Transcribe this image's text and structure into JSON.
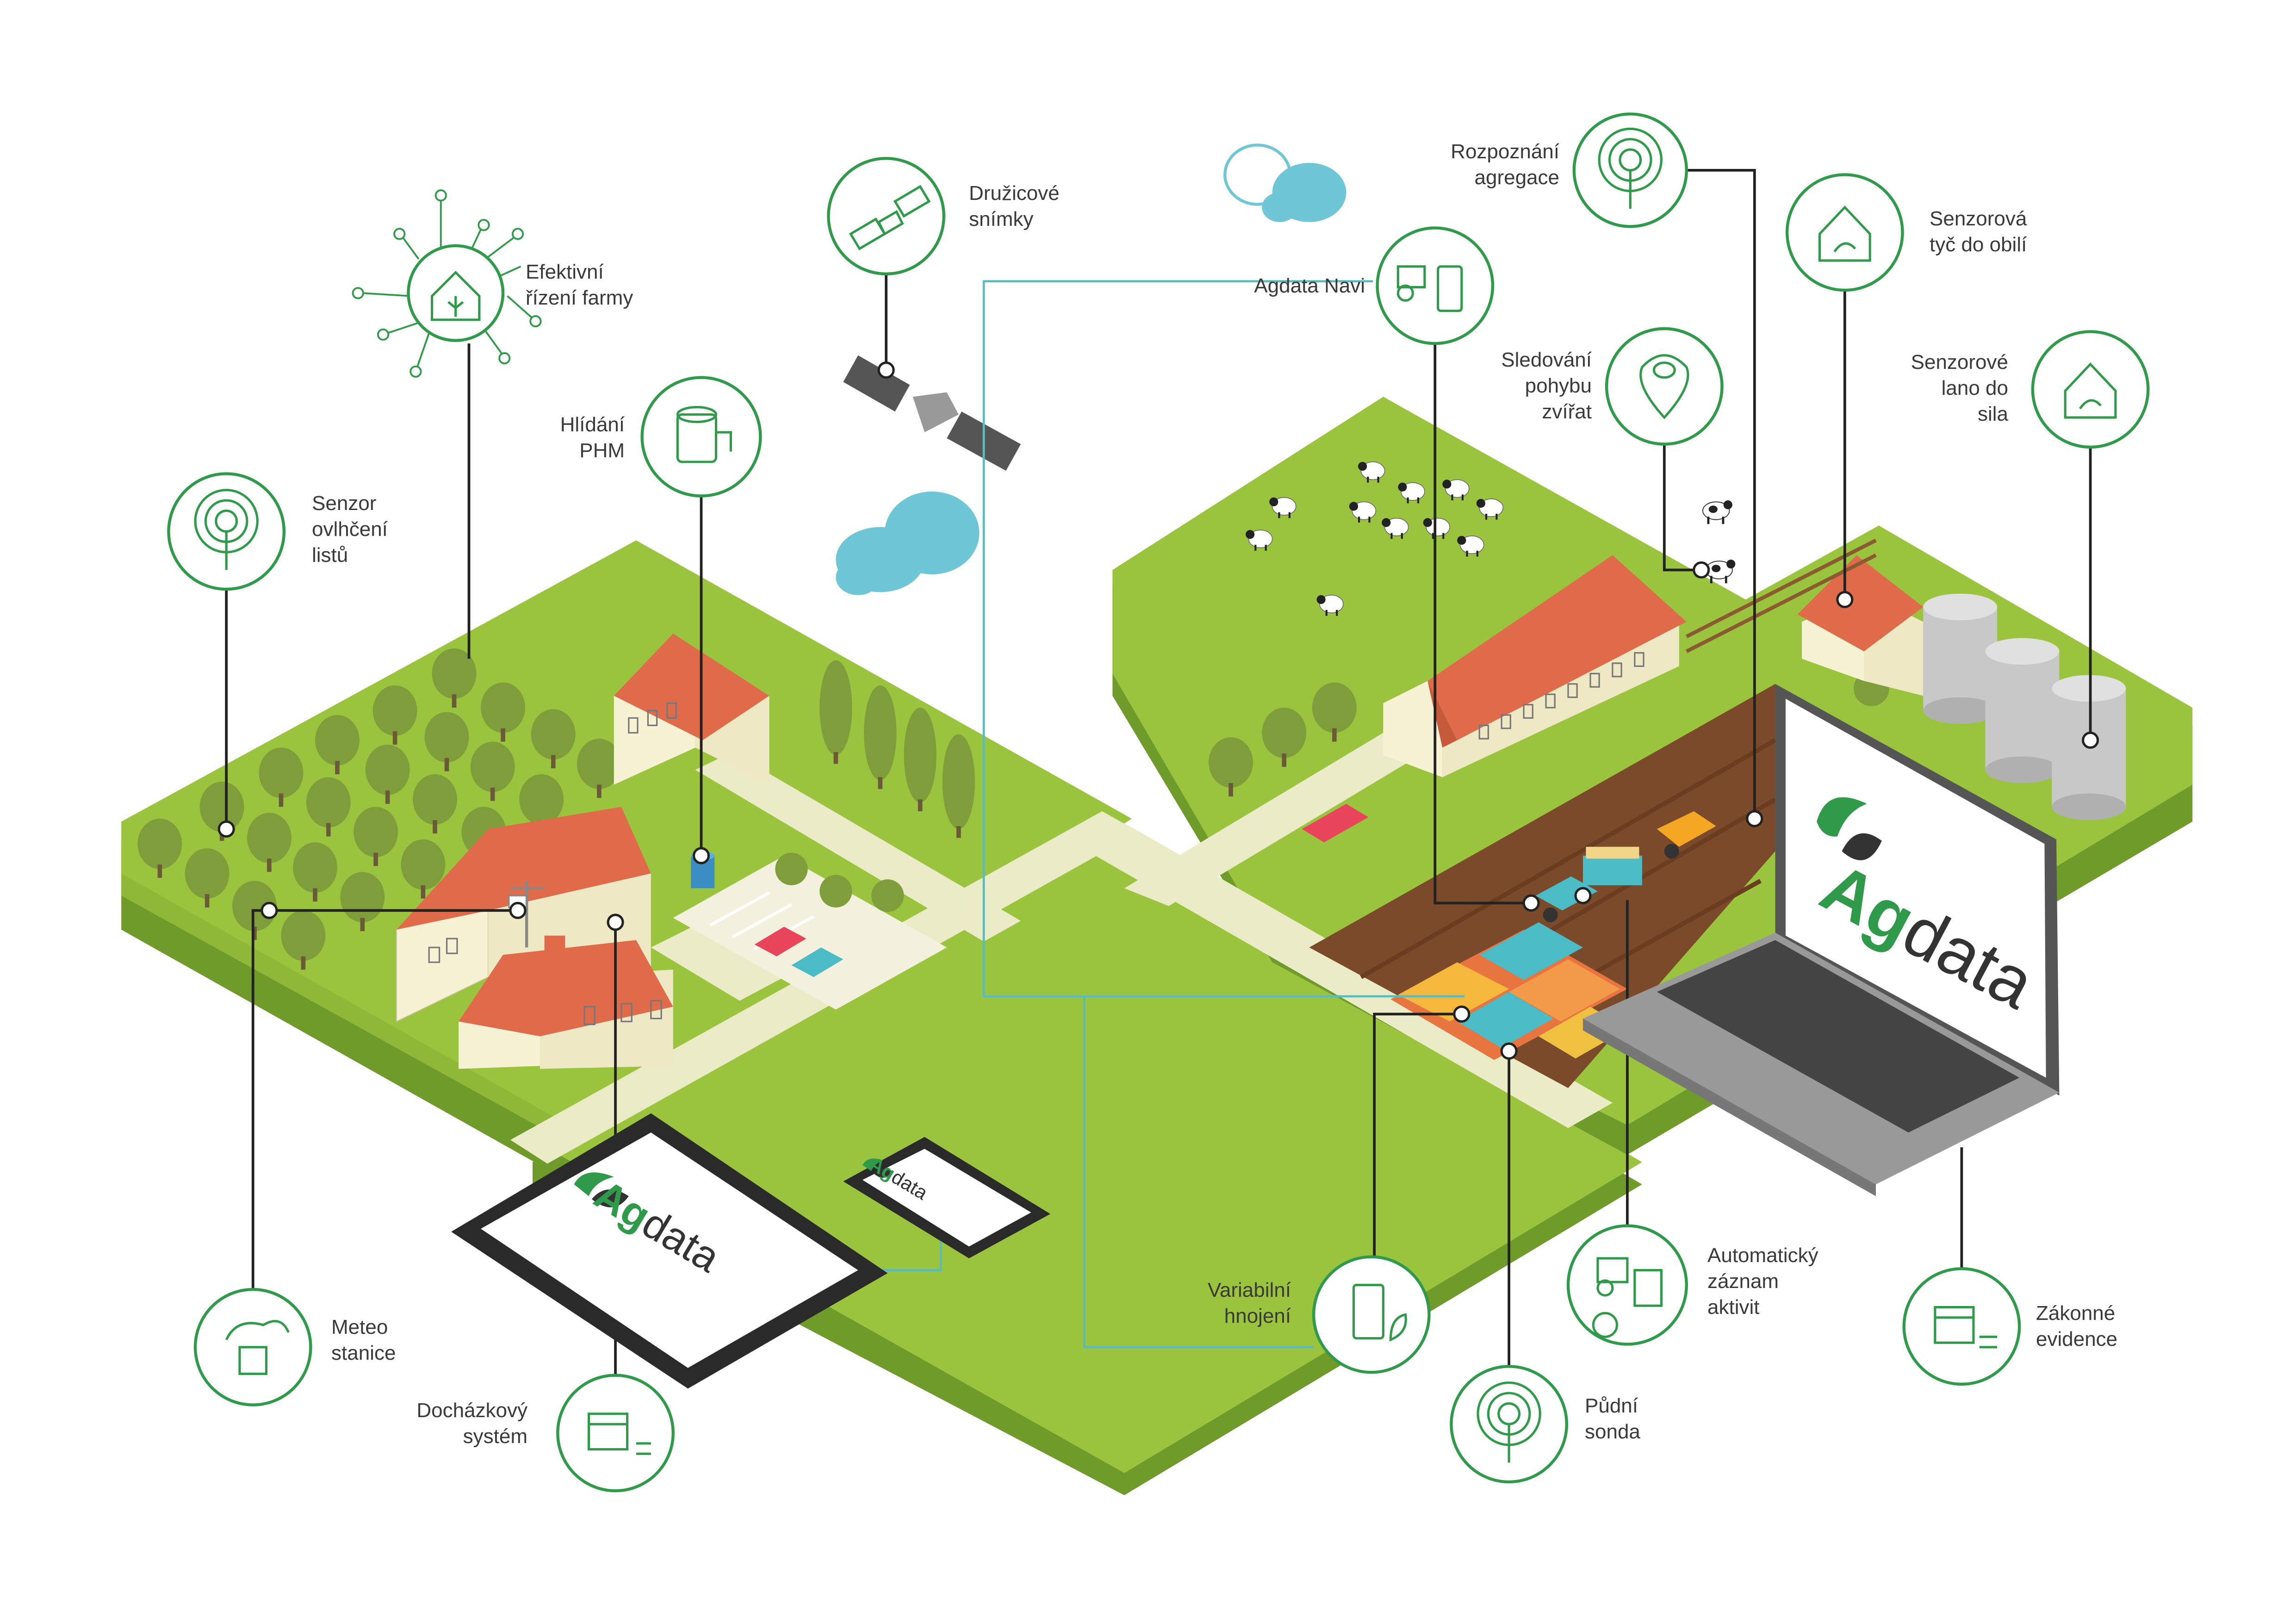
{
  "brand": {
    "name_prefix": "Ag",
    "name_suffix": "data"
  },
  "colors": {
    "ground": "#9bc43e",
    "ground_side": "#6e9b2a",
    "path": "#ecebc8",
    "icon_green": "#2f9a4a",
    "line": "#222222",
    "teal_line": "#5bbcc0",
    "cloud": "#6ec6d6",
    "roof": "#e06b4a",
    "wall": "#f7f2d4"
  },
  "labels": {
    "druzicove": "Družicové\nsnímky",
    "efektivni": "Efektivní\nřízení farmy",
    "hlidani": "Hlídání\nPHM",
    "senzor_ovlhceni": "Senzor\novlhčení\nlistů",
    "agdata_navi": "Agdata Navi",
    "rozpoznani": "Rozpoznání\nagregace",
    "senzorova_tyc": "Senzorová\ntyč do obilí",
    "sledovani": "Sledování\npohybu\nzvířat",
    "senzorove_lano": "Senzorové\nlano do\nsila",
    "meteo": "Meteo\nstanice",
    "dochazkovy": "Docházkový\nsystém",
    "variabilni": "Variabilní\nhnojení",
    "automaticky": "Automatický\nzáznam\naktivit",
    "zakonne": "Zákonné\nevidence",
    "pudni": "Půdní\nsonda"
  },
  "icons": {
    "druzicove": "satellite-icon",
    "efektivni": "farm-house-icon",
    "hlidani": "fuel-tank-icon",
    "senzor_ovlhceni": "sensor-probe-icon",
    "agdata_navi": "tractor-phone-icon",
    "rozpoznani": "sensor-probe-icon",
    "senzorova_tyc": "silo-sensor-icon",
    "sledovani": "animal-location-icon",
    "senzorove_lano": "silo-sensor-icon",
    "meteo": "weather-icon",
    "dochazkovy": "calendar-icon",
    "variabilni": "phone-plant-icon",
    "automaticky": "tractor-document-icon",
    "zakonne": "calendar-icon",
    "pudni": "sensor-probe-icon"
  }
}
